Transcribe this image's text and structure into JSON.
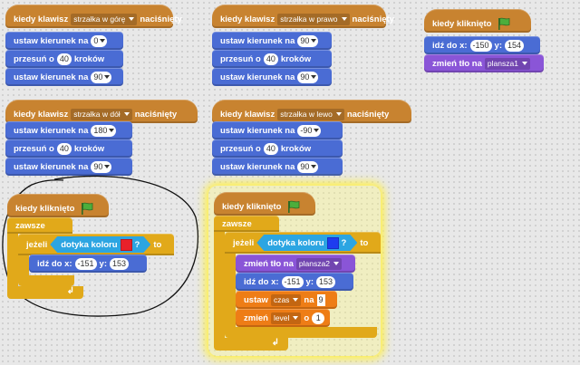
{
  "top1": {
    "kiedy": "kiedy klawisz",
    "key": "strzałka w górę",
    "naci": "naciśnięty",
    "ustaw": "ustaw kierunek na",
    "dir1": "0",
    "przesun": "przesuń o",
    "steps": "40",
    "krokow": "kroków",
    "dir2": "90"
  },
  "top2": {
    "kiedy": "kiedy klawisz",
    "key": "strzałka w prawo",
    "naci": "naciśnięty",
    "ustaw": "ustaw kierunek na",
    "dir1": "90",
    "przesun": "przesuń o",
    "steps": "40",
    "krokow": "kroków",
    "dir2": "90"
  },
  "top3": {
    "hat": "kiedy kliknięto",
    "idz": "idź do x:",
    "x": "-150",
    "y_label": "y:",
    "y": "154",
    "zmien": "zmień tło na",
    "tlo": "plansza1"
  },
  "mid1": {
    "kiedy": "kiedy klawisz",
    "key": "strzałka w dół",
    "naci": "naciśnięty",
    "ustaw": "ustaw kierunek na",
    "dir1": "180",
    "przesun": "przesuń o",
    "steps": "40",
    "krokow": "kroków",
    "dir2": "90"
  },
  "mid2": {
    "kiedy": "kiedy klawisz",
    "key": "strzałka w lewo",
    "naci": "naciśnięty",
    "ustaw": "ustaw kierunek na",
    "dir1": "-90",
    "przesun": "przesuń o",
    "steps": "40",
    "krokow": "kroków",
    "dir2": "90"
  },
  "bot1": {
    "hat": "kiedy kliknięto",
    "zawsze": "zawsze",
    "jezeli": "jeżeli",
    "dotyka": "dotyka koloru",
    "q": "?",
    "to": "to",
    "idz": "idź do x:",
    "x": "-151",
    "y_label": "y:",
    "y": "153",
    "swatch_color": "#e8212a"
  },
  "bot2": {
    "hat": "kiedy kliknięto",
    "zawsze": "zawsze",
    "jezeli": "jeżeli",
    "dotyka": "dotyka koloru",
    "q": "?",
    "to": "to",
    "zmien": "zmień tło na",
    "tlo": "plansza2",
    "idz": "idź do x:",
    "x": "-151",
    "y_label": "y:",
    "y": "153",
    "ustaw": "ustaw",
    "var1": "czas",
    "na": "na",
    "val1": "9",
    "zmien2": "zmień",
    "var2": "level",
    "o": "o",
    "val2": "1",
    "swatch_color": "#1e3df0"
  },
  "colors": {
    "events": "#c88330",
    "motion": "#4a6cd4",
    "looks": "#8a55d7",
    "control": "#e1a91a",
    "sensing": "#2ca5e2",
    "data": "#ee7d16",
    "flag": "#4cae3c"
  },
  "icons": [
    "green-flag-icon",
    "loop-arrow-icon",
    "dropdown-arrow-icon"
  ]
}
